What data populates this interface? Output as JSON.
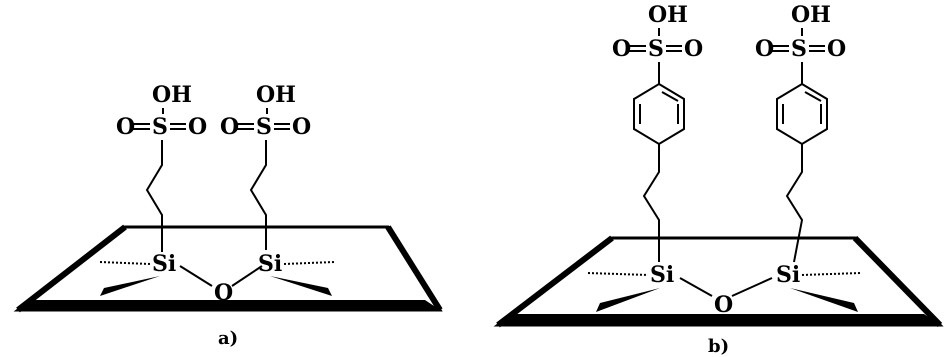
{
  "atoms": {
    "hydroxyl": "OH",
    "oxygen": "O",
    "sulfur": "S",
    "silicon": "Si",
    "bridge_oxygen": "O"
  },
  "captions": {
    "panel_a": "a)",
    "panel_b": "b)"
  },
  "colors": {
    "ink": "#000000",
    "background": "#ffffff"
  }
}
